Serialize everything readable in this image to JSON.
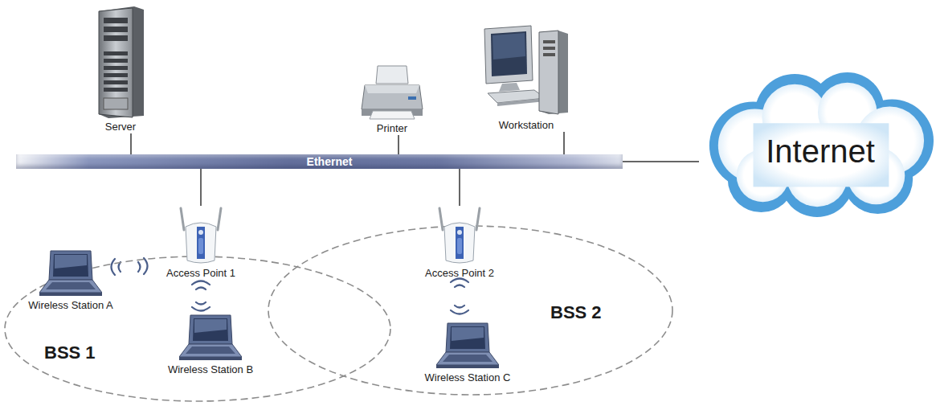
{
  "diagram": {
    "nodes": [
      {
        "text": [
          "Server"
        ]
      },
      {
        "text": [
          "Printer"
        ]
      },
      {
        "text": [
          "Workstation"
        ]
      },
      {
        "text": [
          "Ethernet"
        ]
      },
      {
        "text": [
          "Internet"
        ]
      },
      {
        "text": [
          "BSS 1"
        ]
      },
      {
        "text": [
          "Access Point 1"
        ],
        "in": 5
      },
      {
        "text": [
          "Wireless Station A"
        ],
        "in": 5
      },
      {
        "text": [
          "Wireless Station B"
        ],
        "in": 5
      },
      {
        "text": [
          "BSS 2"
        ]
      },
      {
        "text": [
          "Access Point 2"
        ],
        "in": 9
      },
      {
        "text": [
          "Wireless Station C"
        ],
        "in": 9
      }
    ],
    "edges": [
      {
        "from": 0,
        "to": 3,
        "arrow": "none"
      },
      {
        "from": 1,
        "to": 3,
        "arrow": "none"
      },
      {
        "from": 2,
        "to": 3,
        "arrow": "none"
      },
      {
        "from": 3,
        "to": 4,
        "arrow": "none"
      },
      {
        "from": 6,
        "to": 3,
        "arrow": "none"
      },
      {
        "from": 10,
        "to": 3,
        "arrow": "none"
      }
    ]
  }
}
